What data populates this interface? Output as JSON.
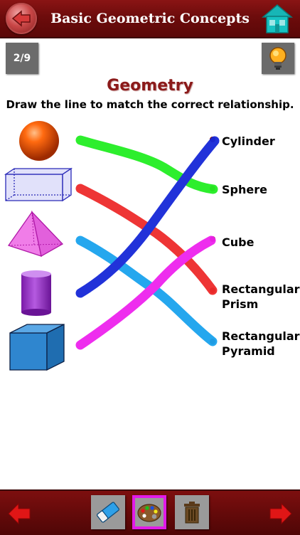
{
  "header": {
    "title": "Basic Geometric Concepts"
  },
  "progress": {
    "label": "2/9"
  },
  "subject": "Geometry",
  "instructions": "Draw the line to match the correct relationship.",
  "answers": [
    {
      "line1": "Cylinder",
      "line2": ""
    },
    {
      "line1": "Sphere",
      "line2": ""
    },
    {
      "line1": "Cube",
      "line2": ""
    },
    {
      "line1": "Rectangular",
      "line2": "Prism"
    },
    {
      "line1": "Rectangular",
      "line2": "Pyramid"
    }
  ],
  "shapes": [
    "sphere-image",
    "rectangular-prism-image",
    "pyramid-image",
    "cylinder-image",
    "cube-image"
  ],
  "drawn_lines": [
    {
      "from": "sphere",
      "to": "Sphere",
      "color": "#22ee22"
    },
    {
      "from": "rectangular-prism",
      "to": "Rectangular Prism",
      "color": "#ee2b2b"
    },
    {
      "from": "pyramid",
      "to": "Rectangular Pyramid",
      "color": "#1aa3ee"
    },
    {
      "from": "cylinder",
      "to": "Cylinder",
      "color": "#1628d8"
    },
    {
      "from": "cube",
      "to": "Cube",
      "color": "#ee22ee"
    }
  ],
  "toolbar": {
    "selected_tool": "palette",
    "tools": [
      "eraser-icon",
      "palette-icon",
      "trash-icon"
    ],
    "selected_color": "#e21ae8"
  }
}
